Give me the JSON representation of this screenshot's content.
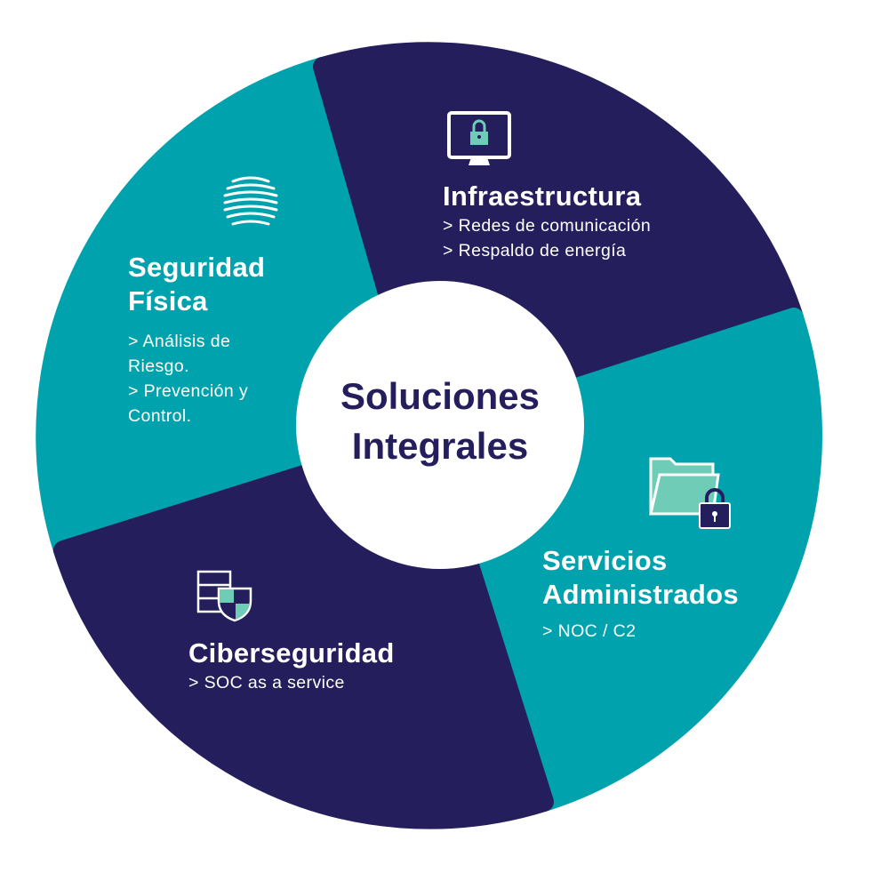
{
  "center": {
    "line1": "Soluciones",
    "line2": "Integrales"
  },
  "segments": [
    {
      "id": "seguridad-fisica",
      "title_line1": "Seguridad",
      "title_line2": "Física",
      "items": [
        "> Análisis de",
        "Riesgo.",
        "> Prevención y",
        "Control."
      ],
      "icon": "fingerprint-icon"
    },
    {
      "id": "infraestructura",
      "title_line1": "Infraestructura",
      "items": [
        "> Redes de comunicación",
        "> Respaldo de energía"
      ],
      "icon": "monitor-lock-icon"
    },
    {
      "id": "servicios-administrados",
      "title_line1": "Servicios",
      "title_line2": "Administrados",
      "items": [
        "> NOC / C2"
      ],
      "icon": "folder-lock-icon"
    },
    {
      "id": "ciberseguridad",
      "title_line1": "Ciberseguridad",
      "items": [
        "> SOC as a service"
      ],
      "icon": "server-shield-icon"
    }
  ],
  "colors": {
    "navy": "#241f5c",
    "teal": "#00a3ad",
    "mint": "#6fcdb7",
    "white": "#ffffff"
  }
}
